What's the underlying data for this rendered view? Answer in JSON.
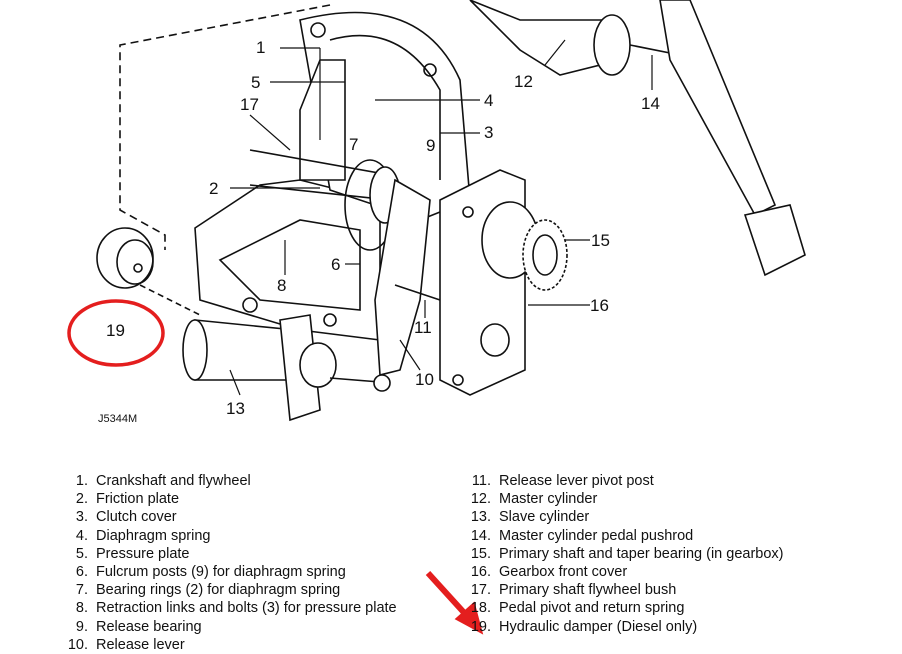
{
  "figure": {
    "id": "J5344M",
    "callouts": [
      "1",
      "2",
      "3",
      "4",
      "5",
      "6",
      "7",
      "8",
      "9",
      "10",
      "11",
      "12",
      "13",
      "14",
      "15",
      "16",
      "17",
      "19"
    ],
    "highlight_color": "#e41e1e"
  },
  "legend": {
    "left": [
      {
        "num": "1.",
        "text": "Crankshaft and flywheel"
      },
      {
        "num": "2.",
        "text": "Friction plate"
      },
      {
        "num": "3.",
        "text": "Clutch cover"
      },
      {
        "num": "4.",
        "text": "Diaphragm spring"
      },
      {
        "num": "5.",
        "text": "Pressure plate"
      },
      {
        "num": "6.",
        "text": "Fulcrum posts (9) for diaphragm spring"
      },
      {
        "num": "7.",
        "text": "Bearing rings (2) for diaphragm spring"
      },
      {
        "num": "8.",
        "text": "Retraction links and bolts (3) for pressure plate"
      },
      {
        "num": "9.",
        "text": "Release bearing"
      },
      {
        "num": "10.",
        "text": "Release lever"
      }
    ],
    "right": [
      {
        "num": "11.",
        "text": "Release lever pivot post"
      },
      {
        "num": "12.",
        "text": "Master cylinder"
      },
      {
        "num": "13.",
        "text": "Slave cylinder"
      },
      {
        "num": "14.",
        "text": "Master cylinder pedal pushrod"
      },
      {
        "num": "15.",
        "text": "Primary shaft and taper bearing (in gearbox)"
      },
      {
        "num": "16.",
        "text": "Gearbox front cover"
      },
      {
        "num": "17.",
        "text": "Primary shaft flywheel bush"
      },
      {
        "num": "18.",
        "text": "Pedal pivot and return spring"
      },
      {
        "num": "19.",
        "text": "Hydraulic damper (Diesel only)"
      }
    ]
  }
}
